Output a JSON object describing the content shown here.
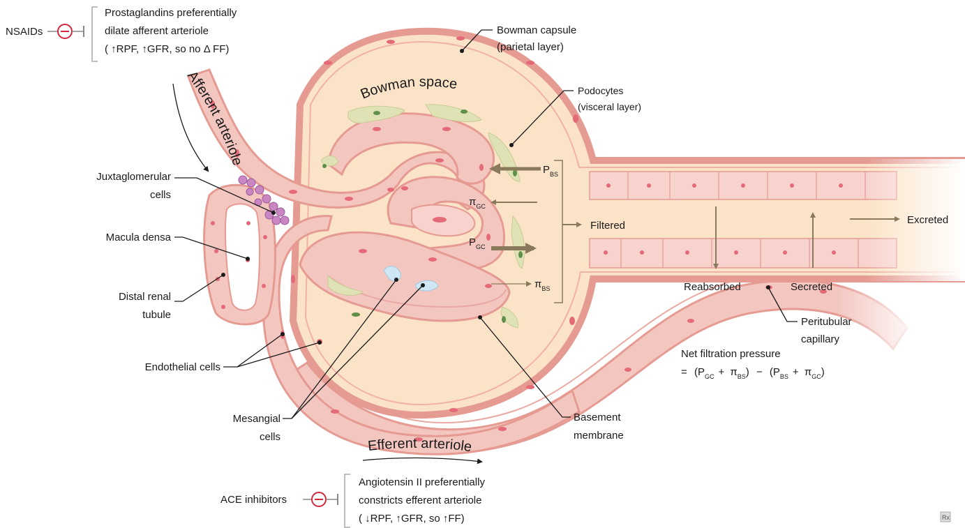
{
  "top_note": {
    "drug": "NSAIDs",
    "line1": "Prostaglandins preferentially",
    "line2": "dilate afferent arteriole",
    "line3": "( ↑RPF,  ↑GFR, so no  Δ FF)"
  },
  "bottom_note": {
    "drug": "ACE inhibitors",
    "line1": "Angiotensin II preferentially",
    "line2": "constricts efferent arteriole",
    "line3": "( ↓RPF,  ↑GFR, so  ↑FF)"
  },
  "labels": {
    "bowman_capsule_1": "Bowman capsule",
    "bowman_capsule_2": "(parietal layer)",
    "bowman_space": "Bowman space",
    "podocytes_1": "Podocytes",
    "podocytes_2": "(visceral layer)",
    "afferent": "Afferent arteriole",
    "efferent": "Efferent arteriole",
    "juxta_1": "Juxtaglomerular",
    "juxta_2": "cells",
    "macula": "Macula densa",
    "distal_1": "Distal renal",
    "distal_2": "tubule",
    "endothelial": "Endothelial cells",
    "mesangial_1": "Mesangial",
    "mesangial_2": "cells",
    "basement_1": "Basement",
    "basement_2": "membrane",
    "peritubular_1": "Peritubular",
    "peritubular_2": "capillary",
    "filtered": "Filtered",
    "excreted": "Excreted",
    "reabsorbed": "Reabsorbed",
    "secreted": "Secreted"
  },
  "forces": {
    "p": "P",
    "pi": "π",
    "bs": "BS",
    "gc": "GC"
  },
  "equation": {
    "title": "Net filtration pressure",
    "eq": "=",
    "open": "(",
    "close": ")",
    "plus": "+",
    "minus": "−"
  },
  "logo": "Rx",
  "colors": {
    "vessel_fill": "#f3c6c0",
    "vessel_edge": "#e59a92",
    "bowman_fill": "#fbe3c7",
    "podocyte": "#dfe2b4",
    "juxta": "#c986c2",
    "mesangial": "#cfe7f3",
    "inhibit_red": "#d6263b",
    "arrow_brown": "#8a7a5c"
  }
}
